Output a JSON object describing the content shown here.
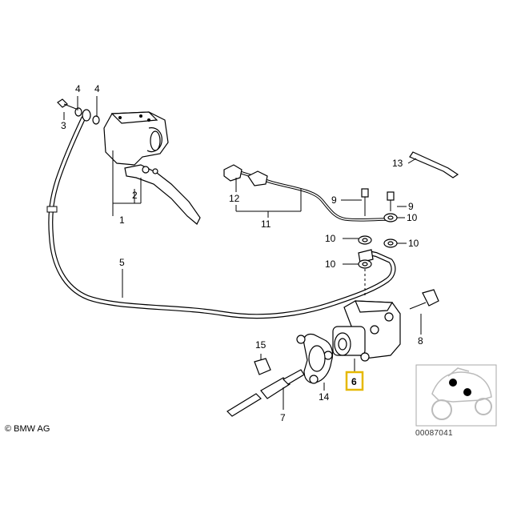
{
  "diagram": {
    "callouts": {
      "c1": "1",
      "c2": "2",
      "c3": "3",
      "c4a": "4",
      "c4b": "4",
      "c5": "5",
      "c6": "6",
      "c7": "7",
      "c8": "8",
      "c9a": "9",
      "c9b": "9",
      "c10a": "10",
      "c10b": "10",
      "c10c": "10",
      "c10d": "10",
      "c11": "11",
      "c12": "12",
      "c13": "13",
      "c14": "14",
      "c15": "15"
    },
    "highlighted_callout": "6",
    "highlight_color": "#e6b800"
  },
  "footer": {
    "copyright": "© BMW AG",
    "reference": "00087041"
  }
}
